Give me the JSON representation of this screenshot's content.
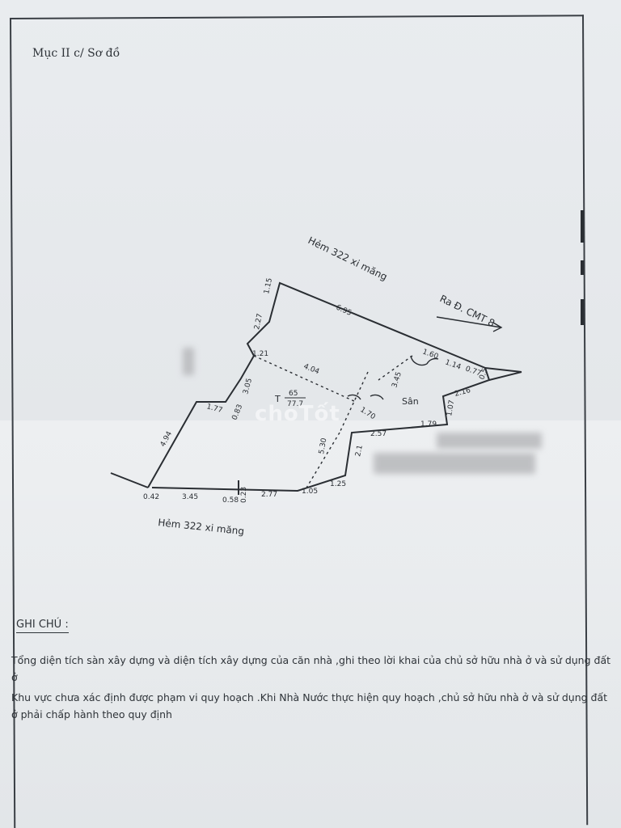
{
  "section_title": "Mục II c/ Sơ đồ",
  "road_top": "Hẻm 322 xi măng",
  "road_bottom": "Hẻm 322 xi măng",
  "road_right": "Ra Đ. CMT 8",
  "yard_label": "Sân",
  "floor_label": {
    "prefix": "T",
    "numerator": "65",
    "denominator": "77.7"
  },
  "watermark": "choTốt",
  "dimensions": {
    "top_edge": "6.95",
    "left_top_a": "1.15",
    "left_top_b": "2.27",
    "right_a": "1.60",
    "right_b": "1.14",
    "right_c": "0.77",
    "right_d": "0.5",
    "diag": "4.04",
    "inner_a": "3.45",
    "left_b": "1.21",
    "left_c": "3.05",
    "step_a": "1.77",
    "step_b": "0.83",
    "inner_b": "1.70",
    "left_d": "4.94",
    "r_1": "2.16",
    "r_2": "1.07",
    "r_3": "1.79",
    "r_4": "2.57",
    "r_5": "2.1",
    "inner_c": "5.30",
    "b_1": "0.42",
    "b_2": "3.45",
    "b_3": "0.58",
    "b_4": "0.23",
    "b_5": "2.77",
    "b_6": "1.05",
    "b_7": "1.25"
  },
  "notes_heading": "GHI CHÚ :",
  "notes": [
    "Tổng diện tích sàn xây dựng và diện tích xây dựng của căn nhà ,ghi theo lời khai của chủ sở hữu nhà ở và sử dụng đất ở",
    "Khu vực chưa xác định được phạm vi quy hoạch .Khi Nhà Nước thực hiện quy hoạch ,chủ sở hữu nhà ở và sử dụng đất ở phải chấp hành theo quy định"
  ]
}
